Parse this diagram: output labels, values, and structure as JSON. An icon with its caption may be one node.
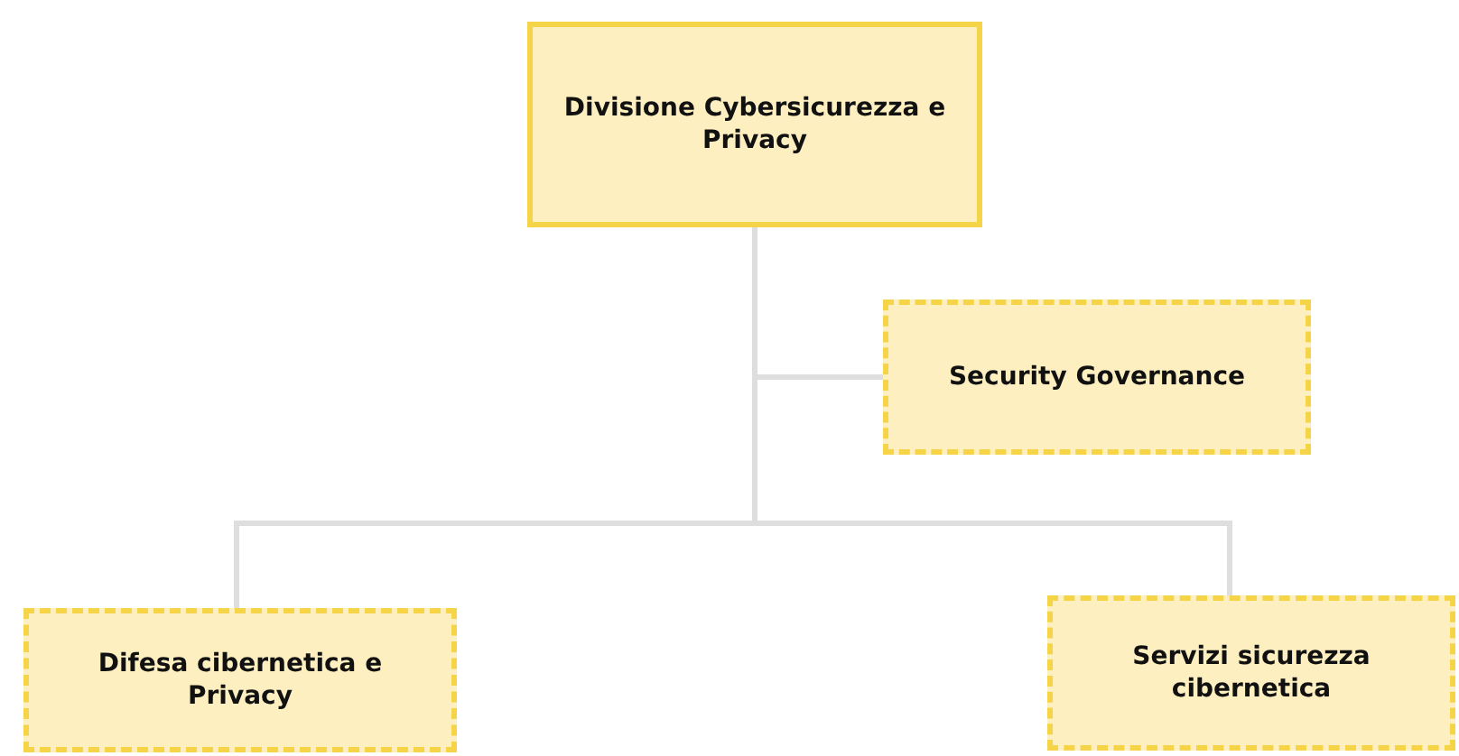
{
  "diagram": {
    "nodes": [
      {
        "text": [
          "Divisione Cybersicurezza e Privacy"
        ]
      },
      {
        "text": [
          "Security Governance"
        ]
      },
      {
        "text": [
          "Difesa cibernetica e Privacy"
        ]
      },
      {
        "text": [
          "Servizi sicurezza cibernetica"
        ]
      }
    ],
    "edges": [
      {
        "from": 0,
        "to": 1,
        "arrow": "none"
      },
      {
        "from": 0,
        "to": 2,
        "arrow": "none"
      },
      {
        "from": 0,
        "to": 3,
        "arrow": "none"
      }
    ]
  }
}
